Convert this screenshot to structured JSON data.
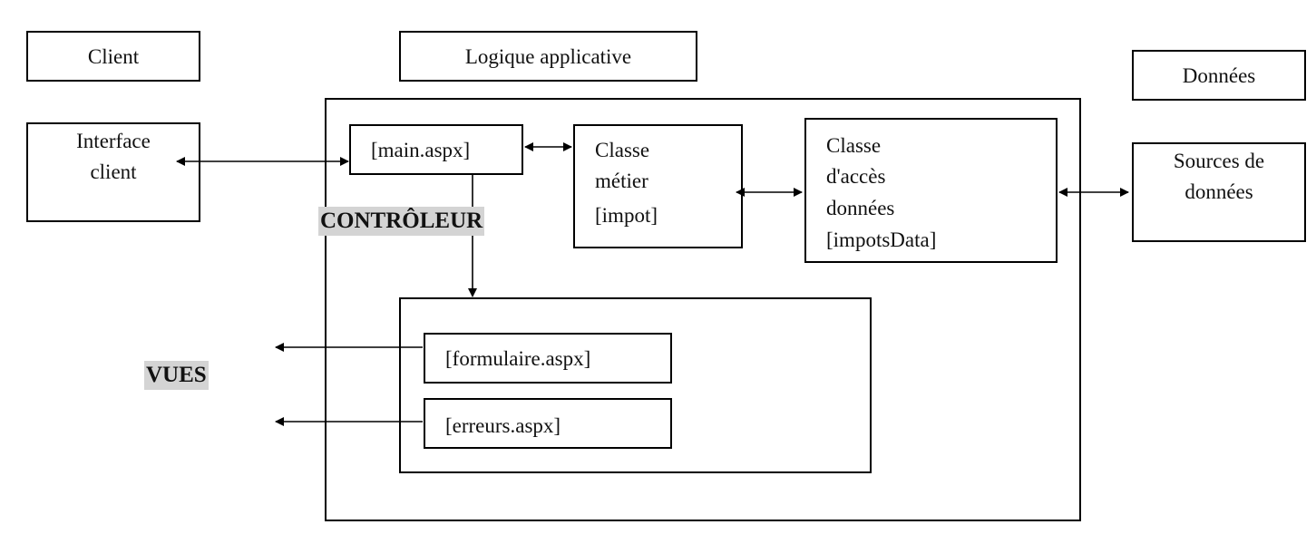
{
  "headers": {
    "client": "Client",
    "logic": "Logique applicative",
    "data": "Données"
  },
  "client_interface": {
    "line1": "Interface",
    "line2": "client"
  },
  "controller": {
    "file": "[main.aspx]",
    "label": "CONTRÔLEUR"
  },
  "business_class": {
    "line1": "Classe",
    "line2": "métier",
    "line3": "[impot]"
  },
  "data_access_class": {
    "line1": "Classe",
    "line2": "d'accès",
    "line3": "données",
    "line4": "[impotsData]"
  },
  "data_sources": {
    "line1": "Sources de",
    "line2": "données"
  },
  "views": {
    "label": "VUES",
    "form": "[formulaire.aspx]",
    "errors": "[erreurs.aspx]"
  },
  "colors": {
    "label_highlight": "#d4d4d4",
    "stroke": "#000000"
  }
}
